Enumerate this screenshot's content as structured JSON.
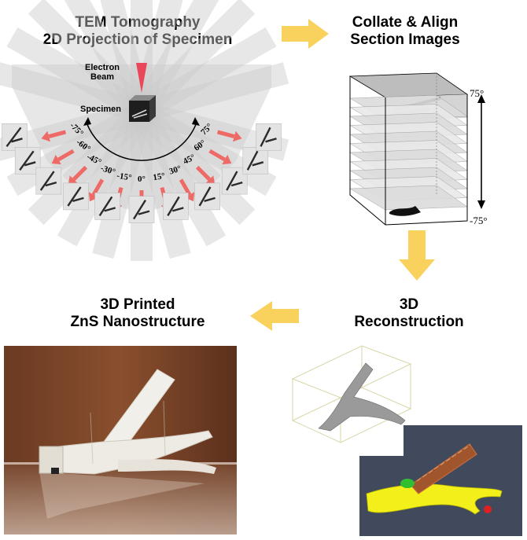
{
  "panels": {
    "tem": {
      "line1": "TEM Tomography",
      "line2": "2D Projection of Specimen"
    },
    "collate": {
      "line1": "Collate & Align",
      "line2": "Section Images"
    },
    "printed": {
      "line1": "3D Printed",
      "line2": "ZnS Nanostructure"
    },
    "recon": {
      "line1": "3D",
      "line2": "Reconstruction"
    }
  },
  "diagram": {
    "beam_label_line1": "Electron",
    "beam_label_line2": "Beam",
    "specimen_label": "Specimen",
    "angles": [
      "-75°",
      "-60°",
      "-45°",
      "-30°",
      "-15°",
      "0°",
      "15°",
      "30°",
      "45°",
      "60°",
      "75°"
    ],
    "stack_top_angle": "75°",
    "stack_bottom_angle": "-75°"
  },
  "colors": {
    "arrow_yellow": "#f9d25e",
    "tilt_arrow_red": "#ee6a66",
    "beam_red": "#e8485a",
    "fan_gray": "#c9c9c9",
    "recon_yellow": "#f2ef1a",
    "recon_bg": "#404a5c"
  }
}
